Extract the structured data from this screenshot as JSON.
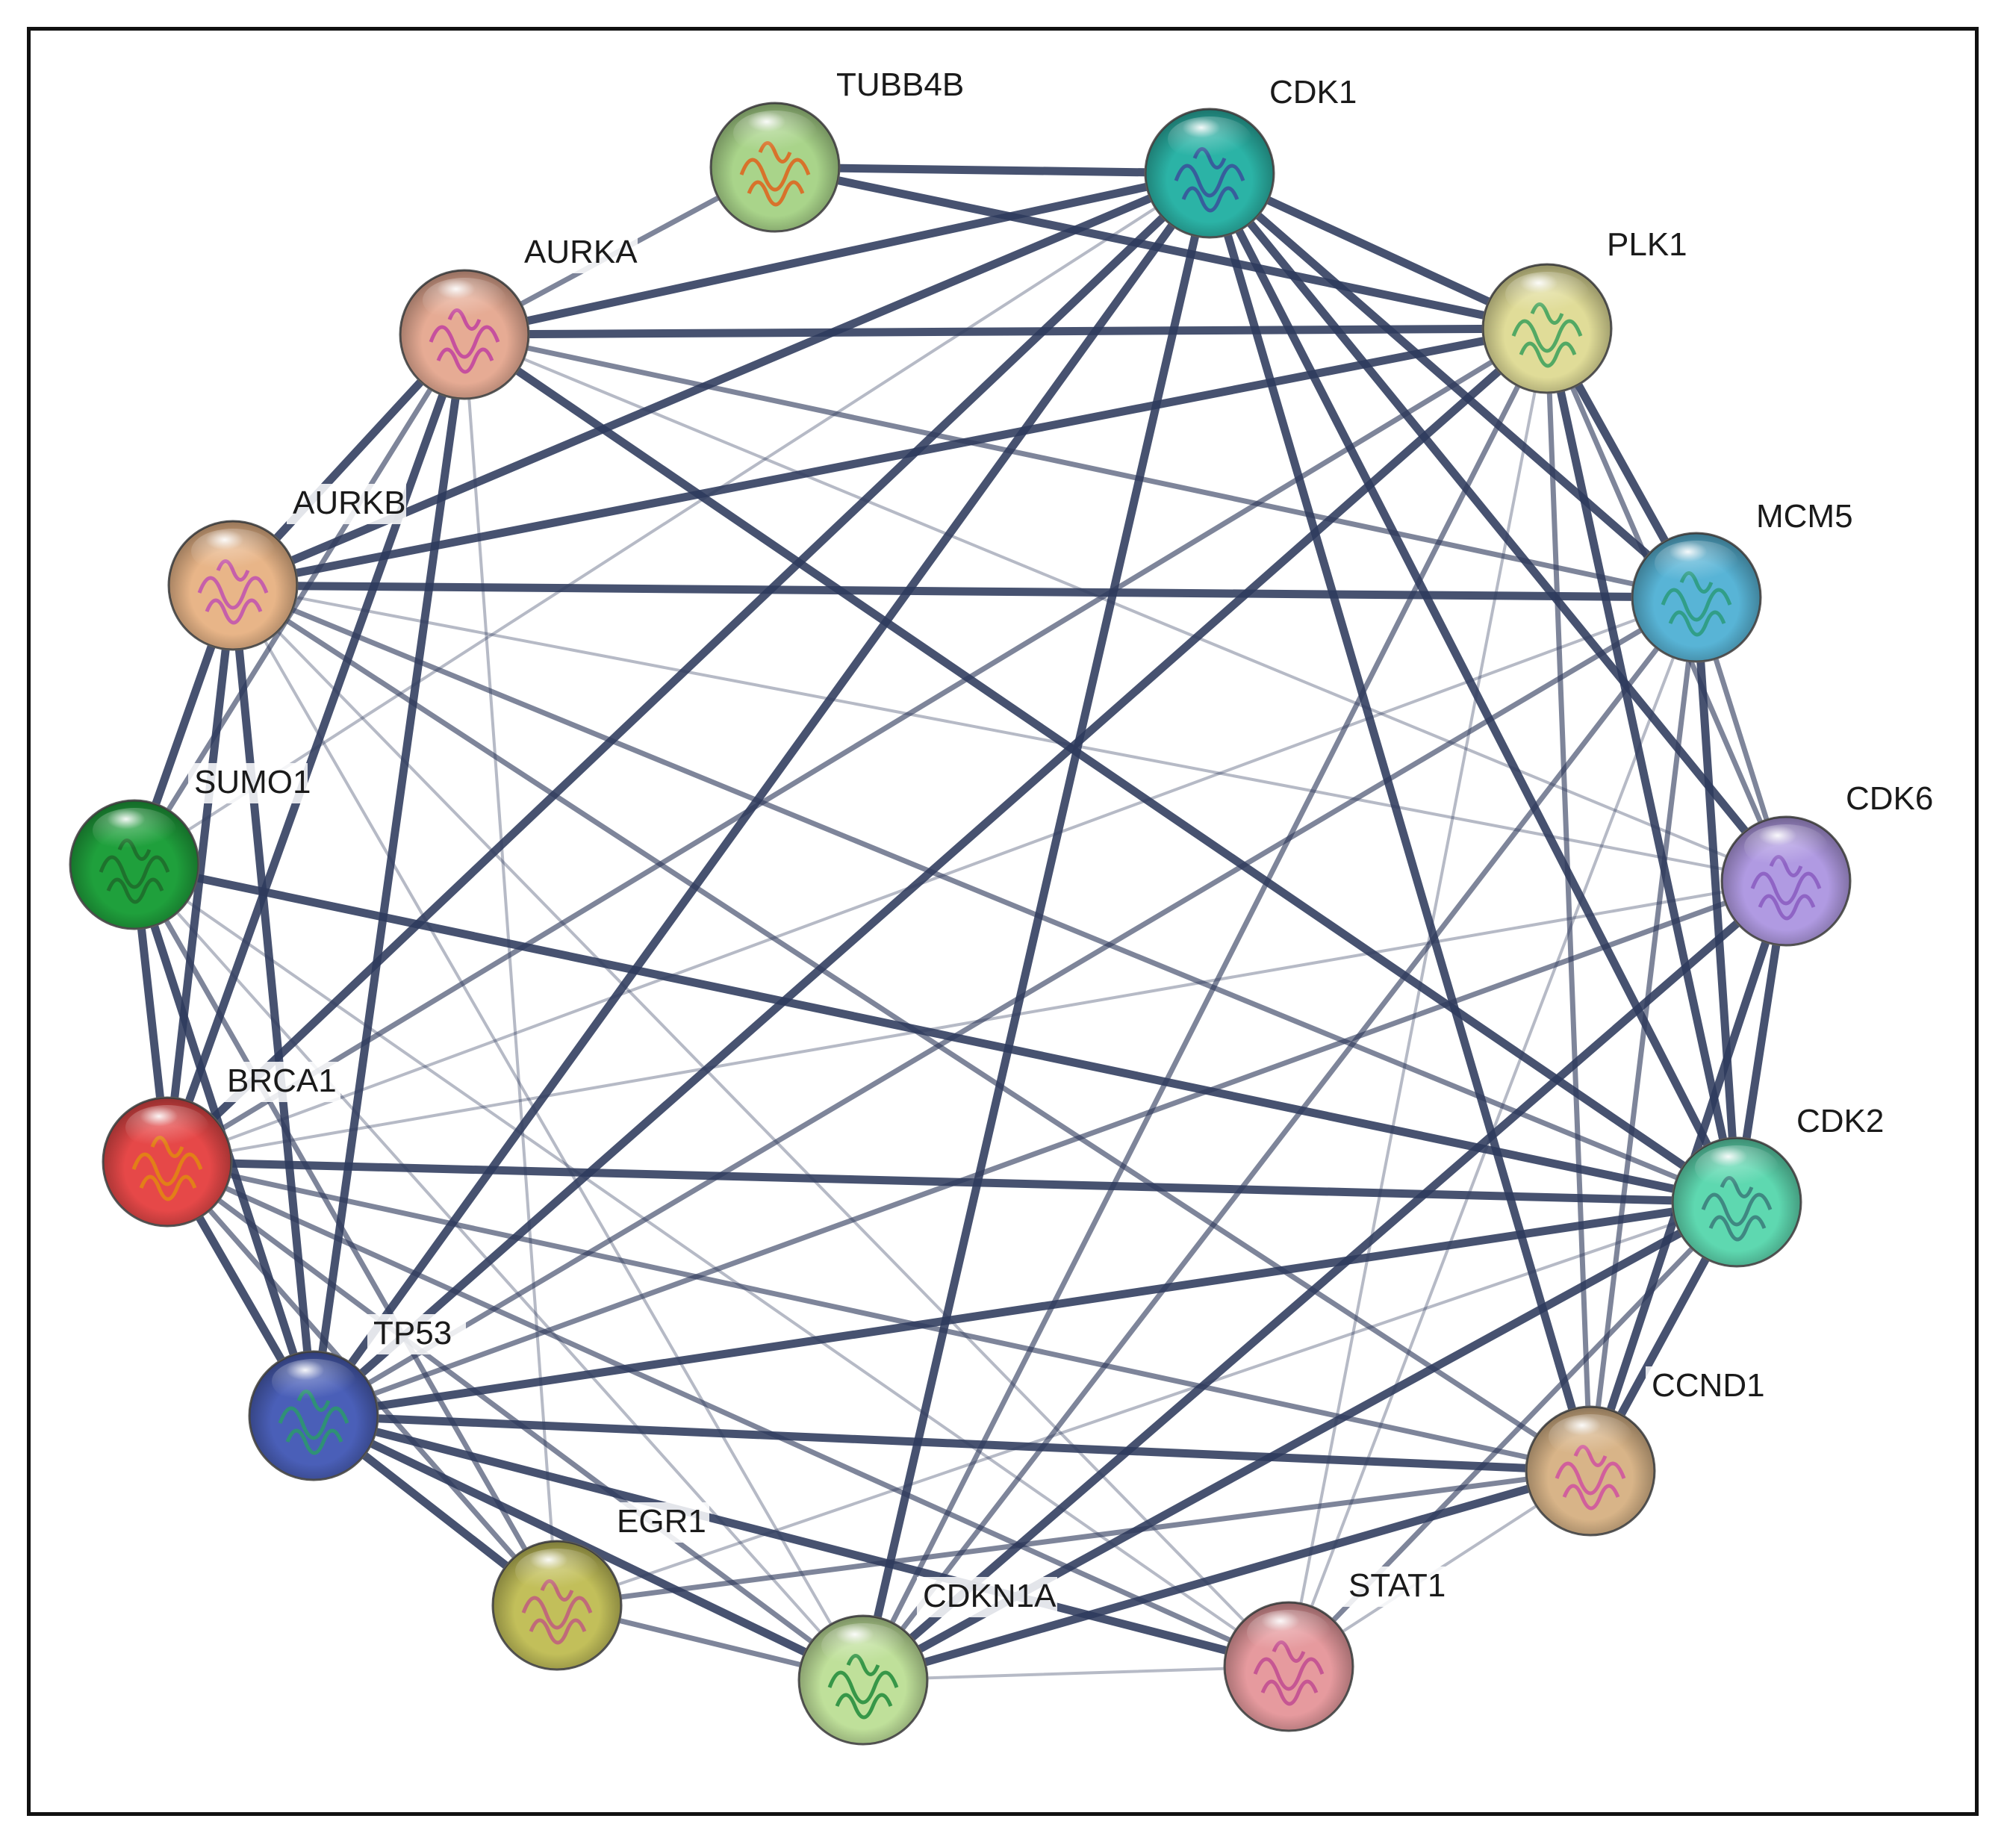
{
  "network": {
    "nodes": [
      {
        "id": "TUBB4B",
        "label": "TUBB4B",
        "color": "#a9d48a",
        "motif": "#e0601a"
      },
      {
        "id": "CDK1",
        "label": "CDK1",
        "color": "#2bb3a6",
        "motif": "#3a4f9a"
      },
      {
        "id": "PLK1",
        "label": "PLK1",
        "color": "#e0dc98",
        "motif": "#3aa05a"
      },
      {
        "id": "AURKA",
        "label": "AURKA",
        "color": "#e6ab94",
        "motif": "#c040a0"
      },
      {
        "id": "MCM5",
        "label": "MCM5",
        "color": "#58b4d6",
        "motif": "#2a9a7a"
      },
      {
        "id": "AURKB",
        "label": "AURKB",
        "color": "#e8b588",
        "motif": "#c050b0"
      },
      {
        "id": "SUMO1",
        "label": "SUMO1",
        "color": "#1fa03c",
        "motif": "#1e6a2a"
      },
      {
        "id": "CDK6",
        "label": "CDK6",
        "color": "#b09ae2",
        "motif": "#8a5ac0"
      },
      {
        "id": "BRCA1",
        "label": "BRCA1",
        "color": "#e64848",
        "motif": "#e08a10"
      },
      {
        "id": "CDK2",
        "label": "CDK2",
        "color": "#5ed8b0",
        "motif": "#3a7a7a"
      },
      {
        "id": "TP53",
        "label": "TP53",
        "color": "#4a5fb8",
        "motif": "#2a9a6a"
      },
      {
        "id": "CCND1",
        "label": "CCND1",
        "color": "#d8b488",
        "motif": "#d050a0"
      },
      {
        "id": "EGR1",
        "label": "EGR1",
        "color": "#c2bf5a",
        "motif": "#c05a80"
      },
      {
        "id": "STAT1",
        "label": "STAT1",
        "color": "#e69a9e",
        "motif": "#c04a90"
      },
      {
        "id": "CDKN1A",
        "label": "CDKN1A",
        "color": "#bfe09a",
        "motif": "#1e8a3a"
      }
    ],
    "edges": [
      [
        "TUBB4B",
        "CDK1",
        3
      ],
      [
        "TUBB4B",
        "PLK1",
        3
      ],
      [
        "TUBB4B",
        "AURKA",
        2
      ],
      [
        "CDK1",
        "PLK1",
        3
      ],
      [
        "CDK1",
        "AURKA",
        3
      ],
      [
        "CDK1",
        "AURKB",
        3
      ],
      [
        "CDK1",
        "MCM5",
        3
      ],
      [
        "CDK1",
        "CDK6",
        3
      ],
      [
        "CDK1",
        "CDK2",
        3
      ],
      [
        "CDK1",
        "CCND1",
        3
      ],
      [
        "CDK1",
        "TP53",
        3
      ],
      [
        "CDK1",
        "BRCA1",
        3
      ],
      [
        "CDK1",
        "CDKN1A",
        3
      ],
      [
        "CDK1",
        "SUMO1",
        1
      ],
      [
        "PLK1",
        "AURKA",
        3
      ],
      [
        "PLK1",
        "AURKB",
        3
      ],
      [
        "PLK1",
        "MCM5",
        3
      ],
      [
        "PLK1",
        "CDK2",
        3
      ],
      [
        "PLK1",
        "TP53",
        3
      ],
      [
        "PLK1",
        "BRCA1",
        2
      ],
      [
        "PLK1",
        "CCND1",
        2
      ],
      [
        "PLK1",
        "CDK6",
        2
      ],
      [
        "PLK1",
        "CDKN1A",
        2
      ],
      [
        "PLK1",
        "STAT1",
        1
      ],
      [
        "AURKA",
        "AURKB",
        3
      ],
      [
        "AURKA",
        "MCM5",
        2
      ],
      [
        "AURKA",
        "CDK2",
        3
      ],
      [
        "AURKA",
        "TP53",
        3
      ],
      [
        "AURKA",
        "BRCA1",
        3
      ],
      [
        "AURKA",
        "SUMO1",
        2
      ],
      [
        "AURKA",
        "CDK6",
        1
      ],
      [
        "AURKA",
        "EGR1",
        1
      ],
      [
        "AURKB",
        "MCM5",
        3
      ],
      [
        "AURKB",
        "SUMO1",
        3
      ],
      [
        "AURKB",
        "TP53",
        3
      ],
      [
        "AURKB",
        "BRCA1",
        3
      ],
      [
        "AURKB",
        "CDK2",
        2
      ],
      [
        "AURKB",
        "CDK6",
        1
      ],
      [
        "AURKB",
        "CCND1",
        2
      ],
      [
        "AURKB",
        "CDKN1A",
        1
      ],
      [
        "AURKB",
        "STAT1",
        1
      ],
      [
        "MCM5",
        "CDK6",
        2
      ],
      [
        "MCM5",
        "CDK2",
        3
      ],
      [
        "MCM5",
        "CCND1",
        2
      ],
      [
        "MCM5",
        "TP53",
        2
      ],
      [
        "MCM5",
        "CDKN1A",
        2
      ],
      [
        "MCM5",
        "BRCA1",
        1
      ],
      [
        "MCM5",
        "STAT1",
        1
      ],
      [
        "SUMO1",
        "BRCA1",
        3
      ],
      [
        "SUMO1",
        "TP53",
        3
      ],
      [
        "SUMO1",
        "CDK2",
        3
      ],
      [
        "SUMO1",
        "EGR1",
        2
      ],
      [
        "SUMO1",
        "CDKN1A",
        1
      ],
      [
        "SUMO1",
        "STAT1",
        1
      ],
      [
        "CDK6",
        "CDK2",
        3
      ],
      [
        "CDK6",
        "CCND1",
        3
      ],
      [
        "CDK6",
        "TP53",
        2
      ],
      [
        "CDK6",
        "CDKN1A",
        3
      ],
      [
        "CDK6",
        "BRCA1",
        1
      ],
      [
        "BRCA1",
        "TP53",
        3
      ],
      [
        "BRCA1",
        "CDK2",
        3
      ],
      [
        "BRCA1",
        "CCND1",
        2
      ],
      [
        "BRCA1",
        "CDKN1A",
        2
      ],
      [
        "BRCA1",
        "EGR1",
        2
      ],
      [
        "BRCA1",
        "STAT1",
        2
      ],
      [
        "CDK2",
        "TP53",
        3
      ],
      [
        "CDK2",
        "CCND1",
        3
      ],
      [
        "CDK2",
        "CDKN1A",
        3
      ],
      [
        "CDK2",
        "EGR1",
        1
      ],
      [
        "CDK2",
        "STAT1",
        2
      ],
      [
        "TP53",
        "CCND1",
        3
      ],
      [
        "TP53",
        "CDKN1A",
        3
      ],
      [
        "TP53",
        "EGR1",
        3
      ],
      [
        "TP53",
        "STAT1",
        3
      ],
      [
        "CCND1",
        "CDKN1A",
        3
      ],
      [
        "CCND1",
        "EGR1",
        2
      ],
      [
        "CCND1",
        "STAT1",
        1
      ],
      [
        "EGR1",
        "CDKN1A",
        2
      ],
      [
        "CDKN1A",
        "STAT1",
        1
      ]
    ]
  },
  "colors": {
    "edge": "#2e3a5c",
    "frame": "#111111",
    "label": "#1a1a1a"
  }
}
